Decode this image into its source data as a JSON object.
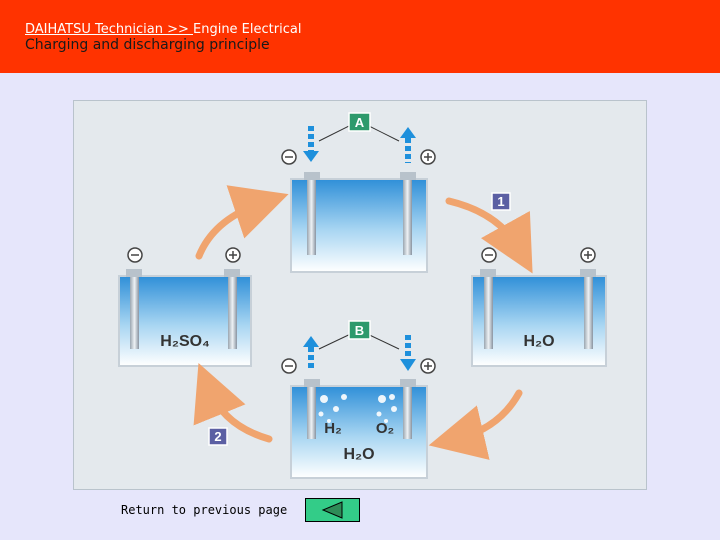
{
  "header": {
    "breadcrumb_link": "DAIHATSU Technician >> ",
    "breadcrumb_current": "Engine Electrical",
    "title": "Charging and discharging principle"
  },
  "diagram": {
    "label_a": "A",
    "label_b": "B",
    "step_1": "1",
    "step_2": "2",
    "electrolyte_left": "H₂SO₄",
    "electrolyte_right": "H₂O",
    "gas_h2": "H₂",
    "gas_o2": "O₂",
    "electrolyte_bottom": "H₂O",
    "minus": "−",
    "plus": "+"
  },
  "footer": {
    "return_label": "Return to previous page"
  },
  "colors": {
    "header_bg": "#ff3300",
    "page_bg": "#e6e6fb",
    "panel_bg": "#e4e9ed",
    "label_green": "#2e9a6c",
    "step_purple": "#5b5fa3",
    "arrow_orange": "#f0a46e",
    "flow_blue": "#1e90dc",
    "back_button": "#33cc88"
  }
}
